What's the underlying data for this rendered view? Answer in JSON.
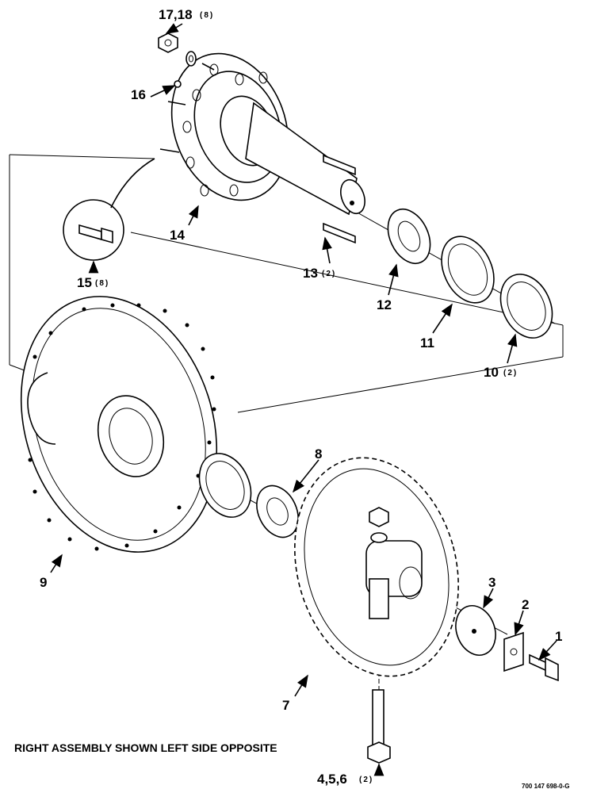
{
  "caption": "RIGHT ASSEMBLY SHOWN LEFT SIDE OPPOSITE",
  "drawing_number": "700 147 698-0-G",
  "callouts": [
    {
      "id": "c1",
      "number": "1",
      "qty": ""
    },
    {
      "id": "c2",
      "number": "2",
      "qty": ""
    },
    {
      "id": "c3",
      "number": "3",
      "qty": ""
    },
    {
      "id": "c456",
      "number": "4,5,6",
      "qty": "(2)"
    },
    {
      "id": "c7",
      "number": "7",
      "qty": ""
    },
    {
      "id": "c8",
      "number": "8",
      "qty": ""
    },
    {
      "id": "c9",
      "number": "9",
      "qty": ""
    },
    {
      "id": "c10",
      "number": "10",
      "qty": "(2)"
    },
    {
      "id": "c11",
      "number": "11",
      "qty": ""
    },
    {
      "id": "c12",
      "number": "12",
      "qty": ""
    },
    {
      "id": "c13",
      "number": "13",
      "qty": "(2)"
    },
    {
      "id": "c14",
      "number": "14",
      "qty": ""
    },
    {
      "id": "c15",
      "number": "15",
      "qty": "(8)"
    },
    {
      "id": "c16",
      "number": "16",
      "qty": ""
    },
    {
      "id": "c1718",
      "number": "17,18",
      "qty": "(8)"
    }
  ]
}
